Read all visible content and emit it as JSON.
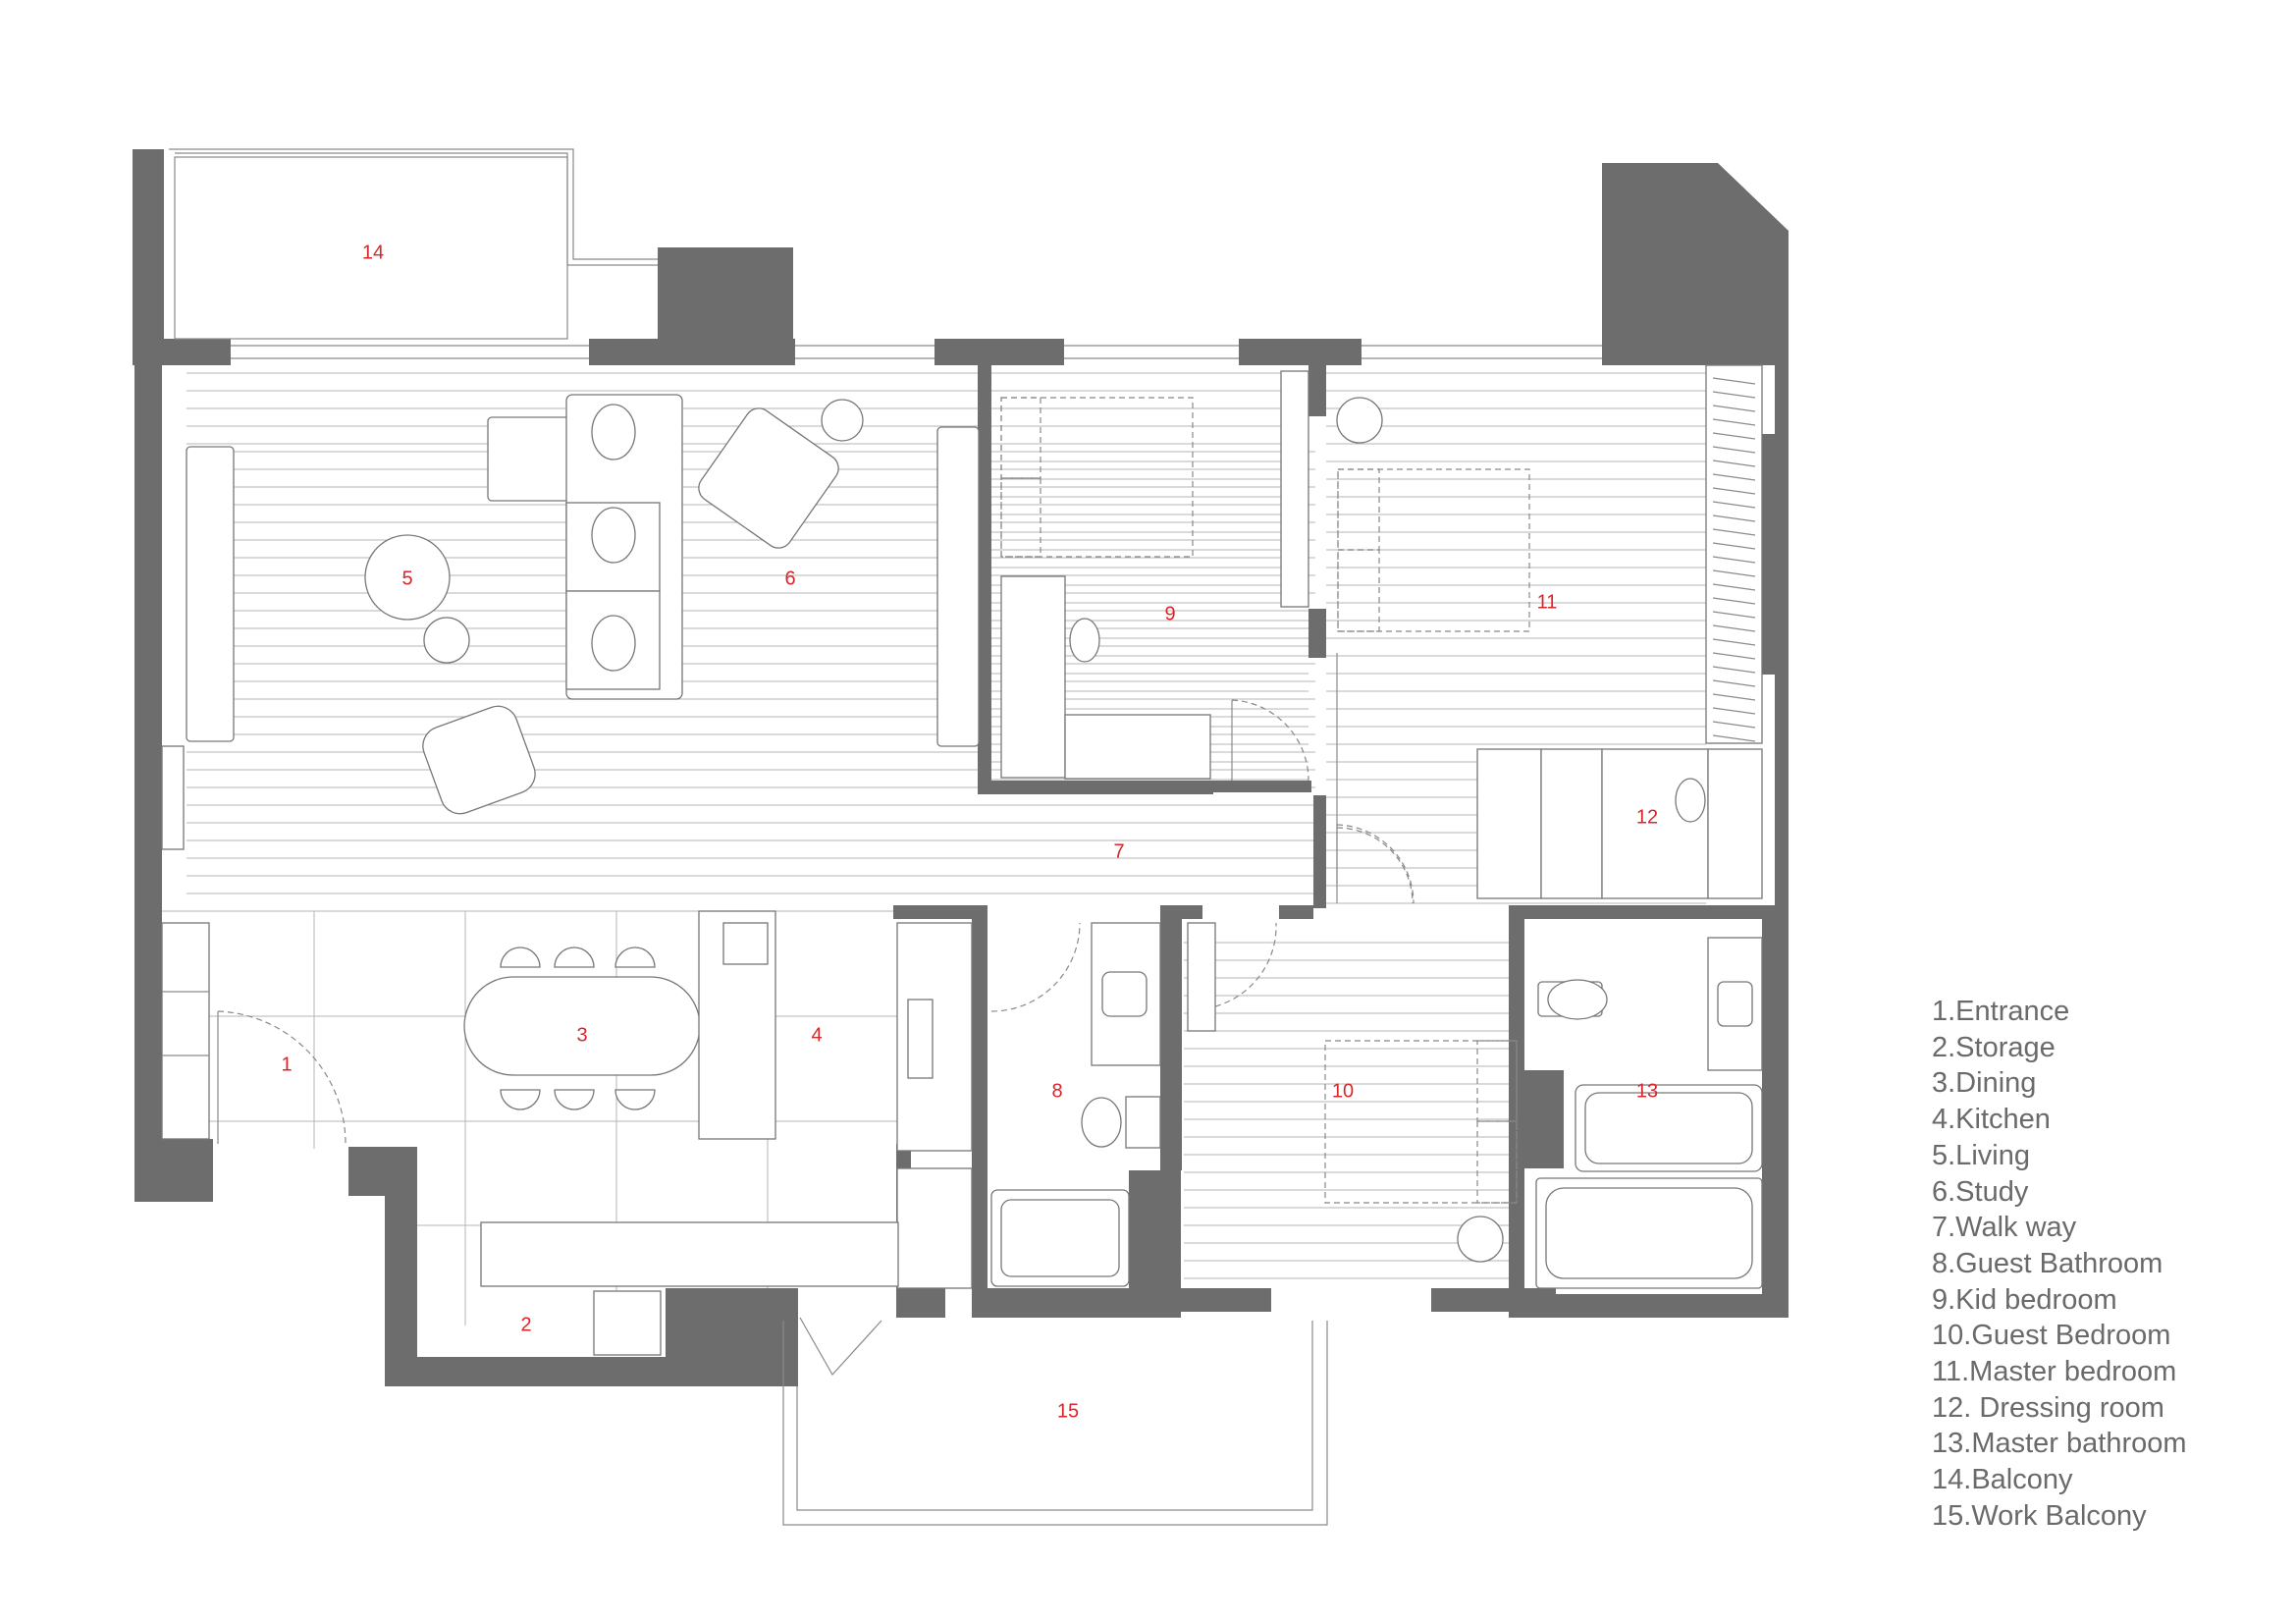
{
  "rooms": [
    {
      "number": "1",
      "name": "Entrance"
    },
    {
      "number": "2",
      "name": "Storage"
    },
    {
      "number": "3",
      "name": "Dining"
    },
    {
      "number": "4",
      "name": "Kitchen"
    },
    {
      "number": "5",
      "name": "Living"
    },
    {
      "number": "6",
      "name": "Study"
    },
    {
      "number": "7",
      "name": "Walk way"
    },
    {
      "number": "8",
      "name": "Guest Bathroom"
    },
    {
      "number": "9",
      "name": "Kid bedroom"
    },
    {
      "number": "10",
      "name": "Guest Bedroom"
    },
    {
      "number": "11",
      "name": "Master bedroom"
    },
    {
      "number": "12",
      "name": "Dressing room"
    },
    {
      "number": "13",
      "name": "Master bathroom"
    },
    {
      "number": "14",
      "name": "Balcony"
    },
    {
      "number": "15",
      "name": "Work Balcony"
    }
  ],
  "legend": [
    "1.Entrance",
    "2.Storage",
    "3.Dining",
    "4.Kitchen",
    "5.Living",
    "6.Study",
    "7.Walk way",
    "8.Guest Bathroom",
    "9.Kid bedroom",
    "10.Guest Bedroom",
    "11.Master bedroom",
    "12. Dressing room",
    "13.Master bathroom",
    "14.Balcony",
    "15.Work Balcony"
  ],
  "colors": {
    "wall": "#6d6d6d",
    "room_number": "#d8262b",
    "legend_text": "#6a6a6a",
    "background": "#ffffff"
  }
}
